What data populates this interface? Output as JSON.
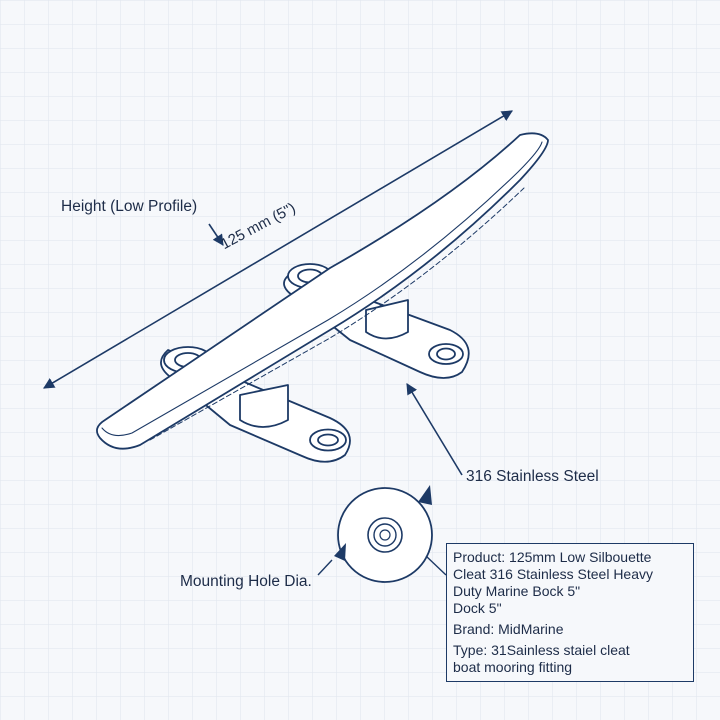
{
  "labels": {
    "height": "Height (Low Profile)",
    "dimension": "125 mm (5\")",
    "material": "316 Stainless Steel",
    "mounting_hole": "Mounting Hole Dia."
  },
  "info": {
    "product_lines": [
      "Product: 125mm Low Silbouette",
      "Cleat 316 Stainless Steel Heavy",
      "Duty Marine Bock 5\"",
      "Dock 5\""
    ],
    "brand": "Brand: MidMarine",
    "type_lines": [
      "Type: 31Sainless staiel cleat",
      "boat mooring fitting"
    ]
  },
  "colors": {
    "ink": "#1d3a66",
    "grid": "#dfe5ee",
    "background": "#f6f8fb",
    "fill": "#ffffff"
  },
  "icons": [
    "arrow-head-icon",
    "mounting-hole-icon"
  ]
}
